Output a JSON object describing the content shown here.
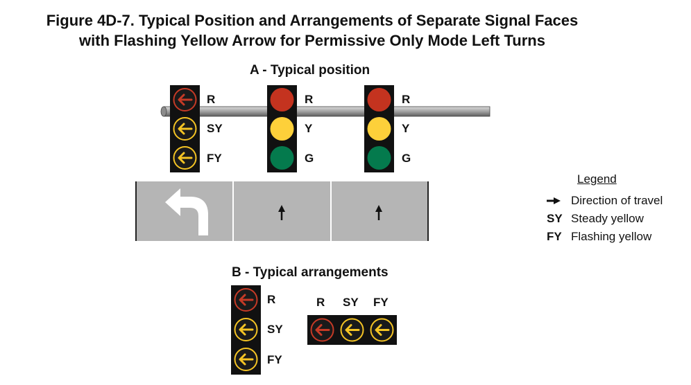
{
  "figure": {
    "title_line1": "Figure 4D-7.  Typical Position and Arrangements of Separate Signal Faces",
    "title_line2": "with Flashing Yellow Arrow for Permissive Only Mode Left Turns"
  },
  "section_a": {
    "caption": "A - Typical position",
    "left_turn_face": [
      "R",
      "SY",
      "FY"
    ],
    "through_face_1": [
      "R",
      "Y",
      "G"
    ],
    "through_face_2": [
      "R",
      "Y",
      "G"
    ]
  },
  "section_b": {
    "caption": "B - Typical arrangements",
    "vertical_face": [
      "R",
      "SY",
      "FY"
    ],
    "horizontal_face": [
      "R",
      "SY",
      "FY"
    ]
  },
  "legend": {
    "title": "Legend",
    "items": [
      {
        "key_icon": "arrow-right-icon",
        "text": "Direction of travel"
      },
      {
        "key": "SY",
        "text": "Steady yellow"
      },
      {
        "key": "FY",
        "text": "Flashing yellow"
      }
    ]
  },
  "colors": {
    "red": "#c4331f",
    "yellow": "#fdd03a",
    "green": "#047a4d",
    "arrow_red": "#d0402a",
    "arrow_yellow": "#f5c424",
    "pavement": "#b5b5b5",
    "housing": "#1a1a1a"
  }
}
